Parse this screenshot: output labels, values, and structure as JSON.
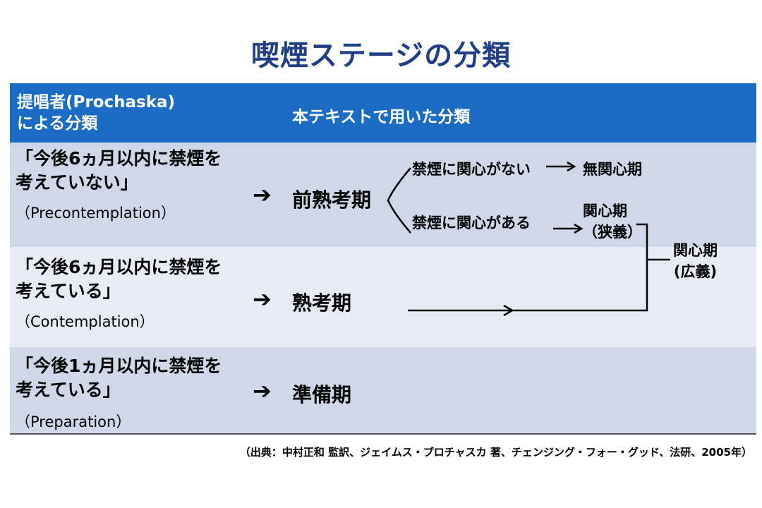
{
  "title": "喫煙ステージの分類",
  "header": {
    "left_line1": "提唱者(Prochaska)",
    "left_line2": "による分類",
    "right": "本テキストで用いた分類"
  },
  "rows": [
    {
      "quote_line1": "「今後6ヵ月以内に禁煙を",
      "quote_line2": "考えていない」",
      "english": "（Precontemplation）",
      "stage": "前熟考期"
    },
    {
      "quote_line1": "「今後6ヵ月以内に禁煙を",
      "quote_line2": "考えている」",
      "english": "（Contemplation）",
      "stage": "熟考期"
    },
    {
      "quote_line1": "「今後1ヵ月以内に禁煙を",
      "quote_line2": "考えている」",
      "english": "（Preparation）",
      "stage": "準備期"
    }
  ],
  "branches": {
    "no_interest": "禁煙に関心がない",
    "no_interest_result": "無関心期",
    "interest": "禁煙に関心がある",
    "narrow_line1": "関心期",
    "narrow_line2": "（狭義）",
    "broad_line1": "関心期",
    "broad_line2": "(広義)"
  },
  "source": "（出典：中村正和 監訳、ジェイムス・プロチャスカ 著、チェンジング・フォー・グッド、法研、2005年）"
}
